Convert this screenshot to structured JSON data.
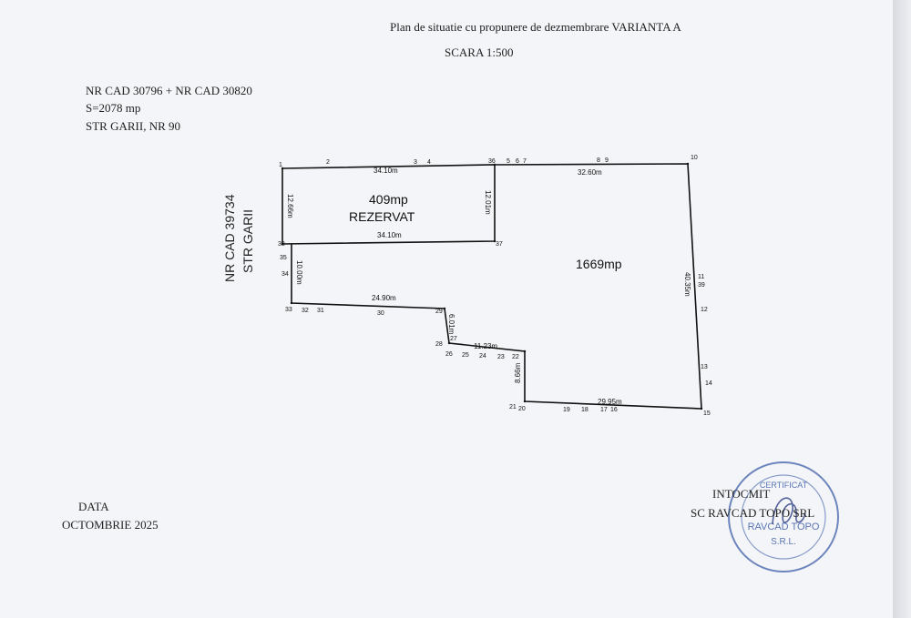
{
  "header": {
    "title": "Plan de situatie cu propunere de dezmembrare VARIANTA A",
    "scale": "SCARA 1:500"
  },
  "info": {
    "cadastral": "NR CAD 30796 + NR CAD 30820",
    "surface": "S=2078 mp",
    "street": "STR GARII, NR 90"
  },
  "side_labels": {
    "neighbor": "NR CAD 39734",
    "street": "STR GARII"
  },
  "plots": {
    "north_area": "409mp",
    "north_status": "REZERVAT",
    "main_area": "1669mp"
  },
  "dimensions": {
    "d_1_36": "34.10m",
    "d_36_10": "32.60m",
    "d_1_38": "12.66m",
    "d_36_37": "12.01m",
    "d_38_37": "34.10m",
    "d_38_33": "10.00m",
    "d_33_29": "24.90m",
    "d_29_28": "6.01m",
    "d_28_22": "11.23m",
    "d_22_21": "8.66m",
    "d_20_15": "29.95m",
    "d_10_15": "40.35m"
  },
  "points": [
    "1",
    "2",
    "3",
    "4",
    "36",
    "5",
    "6",
    "7",
    "8",
    "9",
    "10",
    "11",
    "39",
    "12",
    "13",
    "14",
    "15",
    "16",
    "17",
    "18",
    "19",
    "20",
    "21",
    "22",
    "23",
    "24",
    "25",
    "26",
    "27",
    "28",
    "29",
    "30",
    "31",
    "32",
    "33",
    "34",
    "35",
    "38",
    "37"
  ],
  "footer": {
    "date_label": "DATA",
    "date_value": "OCTOMBRIE 2025",
    "author_label": "INTOCMIT",
    "author_company": "SC RAVCAD TOPO SRL"
  },
  "stamp": {
    "top_text": "CERTIFICAT",
    "company": "RAVCAD TOPO",
    "suffix": "S.R.L."
  },
  "colors": {
    "ink": "#111111",
    "paper": "#f4f5f8",
    "stamp": "#3f5fa8"
  }
}
